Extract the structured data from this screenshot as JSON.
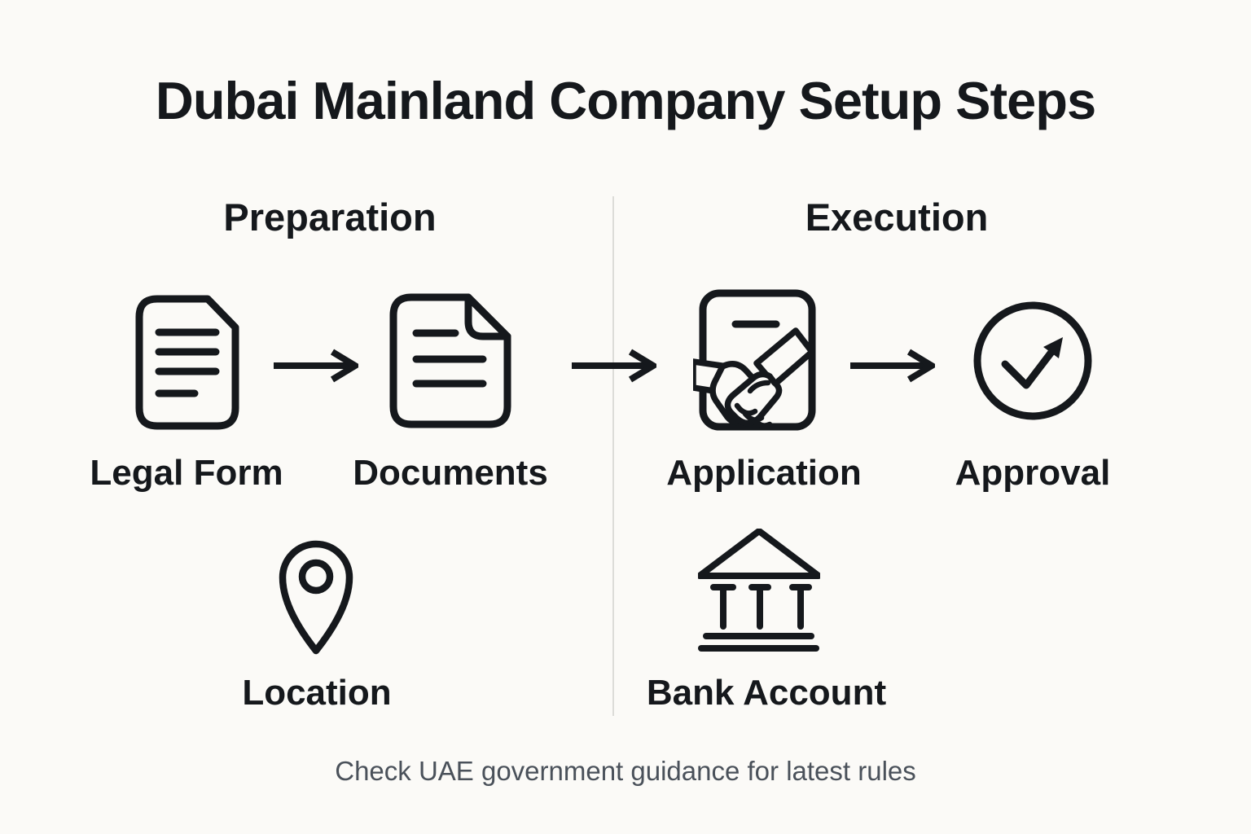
{
  "title": "Dubai Mainland Company Setup Steps",
  "sections": [
    {
      "id": "preparation",
      "label": "Preparation"
    },
    {
      "id": "execution",
      "label": "Execution"
    }
  ],
  "steps": [
    {
      "id": "legal-form",
      "label": "Legal Form",
      "icon": "document-lines-icon",
      "section": "preparation"
    },
    {
      "id": "documents",
      "label": "Documents",
      "icon": "document-folded-corner-icon",
      "section": "preparation"
    },
    {
      "id": "application",
      "label": "Application",
      "icon": "handshake-card-icon",
      "section": "execution"
    },
    {
      "id": "approval",
      "label": "Approval",
      "icon": "check-circle-arrow-icon",
      "section": "execution"
    },
    {
      "id": "location",
      "label": "Location",
      "icon": "map-pin-icon",
      "section": "preparation"
    },
    {
      "id": "bank-account",
      "label": "Bank Account",
      "icon": "bank-building-icon",
      "section": "execution"
    }
  ],
  "flow": [
    "Legal Form",
    "Documents",
    "Application",
    "Approval"
  ],
  "footer": "Check UAE government guidance for latest rules",
  "colors": {
    "background": "#fbfaf7",
    "ink": "#15181c",
    "muted": "#4a515a",
    "divider": "#dcdcd8"
  }
}
